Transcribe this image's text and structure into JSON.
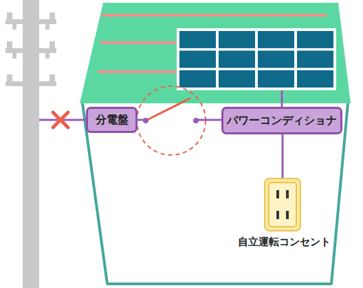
{
  "diagram": {
    "nodes": [
      {
        "text": [
          "分電盤"
        ]
      },
      {
        "text": [
          "パワーコンディショナ"
        ]
      },
      {
        "text": [
          "自立運転コンセント"
        ]
      }
    ],
    "edges": [
      {
        "from": 0,
        "to": 1,
        "arrow": "none"
      },
      {
        "from": 1,
        "to": 2,
        "arrow": "none"
      }
    ]
  }
}
